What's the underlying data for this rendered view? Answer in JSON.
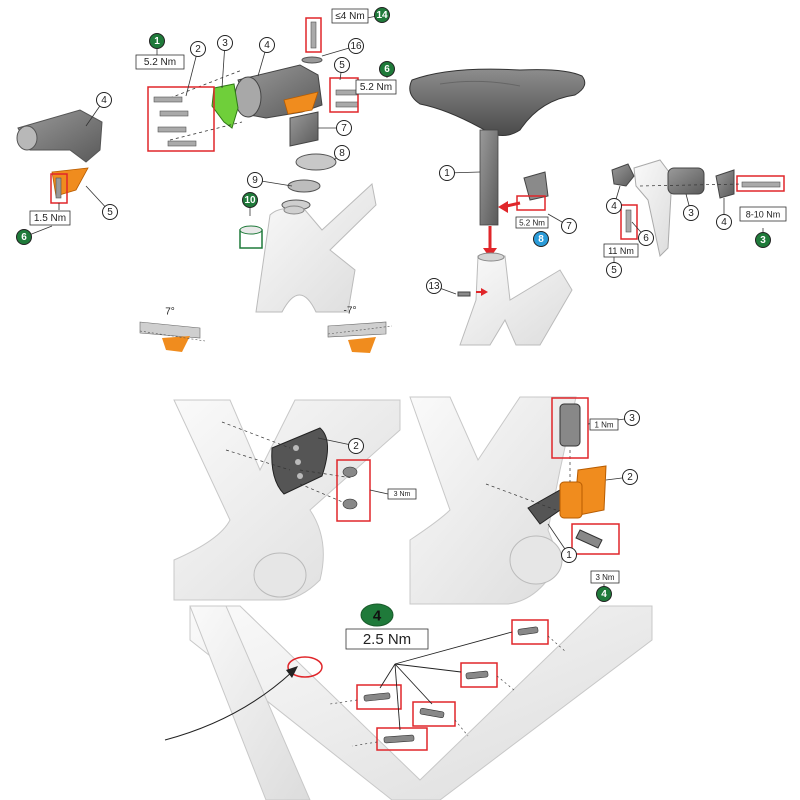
{
  "colors": {
    "accent_red": "#e0262a",
    "accent_green": "#1f7a3a",
    "accent_blue": "#2a9bd8",
    "part_orange": "#f08c1e",
    "part_green": "#6fcf3a",
    "frame_gray": "#ececec"
  },
  "panel_stem": {
    "callouts": [
      "1",
      "2",
      "3",
      "4",
      "5",
      "6",
      "7",
      "8",
      "9",
      "10",
      "14",
      "16",
      "4",
      "5",
      "6"
    ],
    "torques": [
      "5.2 Nm",
      "5.2 Nm",
      "≤4 Nm",
      "1.5 Nm"
    ],
    "angles": [
      "7°",
      "-7°"
    ]
  },
  "panel_seatpost": {
    "callouts": [
      "1",
      "7",
      "8",
      "13"
    ],
    "torques": [
      "5.2 Nm"
    ]
  },
  "panel_clamp": {
    "callouts": [
      "4",
      "5",
      "6",
      "3",
      "4",
      "3"
    ],
    "torques": [
      "11 Nm",
      "8-10 Nm"
    ]
  },
  "panel_derailleur_mount": {
    "callouts": [
      "2"
    ],
    "torques": [
      "3 Nm"
    ]
  },
  "panel_hanger": {
    "callouts": [
      "3",
      "2",
      "1",
      "4"
    ],
    "torques": [
      "1 Nm",
      "3 Nm"
    ]
  },
  "panel_bolts": {
    "callouts": [
      "4"
    ],
    "torques": [
      "2.5 Nm"
    ]
  }
}
